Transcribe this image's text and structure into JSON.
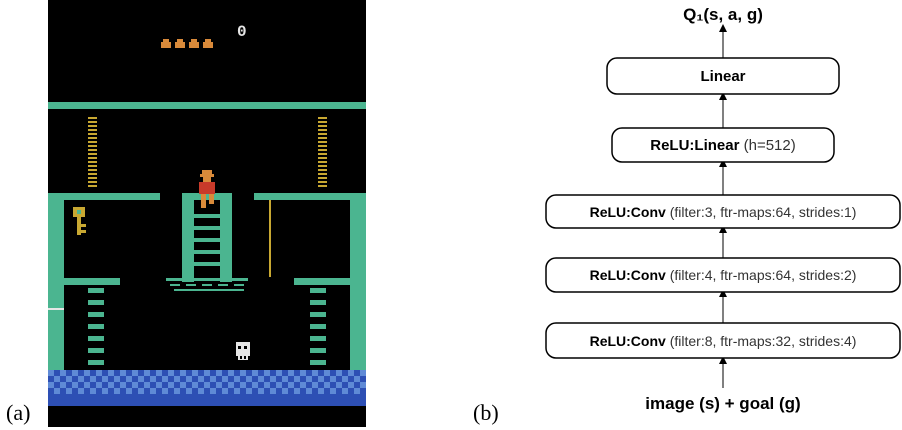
{
  "panels": {
    "a_label": "(a)",
    "b_label": "(b)"
  },
  "game": {
    "score": "0"
  },
  "diagram": {
    "output": "Q₁(s, a, g)",
    "input": "image (s) + goal (g)",
    "layers": [
      {
        "name": "Linear",
        "params": ""
      },
      {
        "name": "ReLU:Linear",
        "params": " (h=512)"
      },
      {
        "name": "ReLU:Conv",
        "params": " (filter:3, ftr-maps:64, strides:1)"
      },
      {
        "name": "ReLU:Conv",
        "params": " (filter:4, ftr-maps:64, strides:2)"
      },
      {
        "name": "ReLU:Conv",
        "params": " (filter:8, ftr-maps:32, strides:4)"
      }
    ]
  },
  "colors": {
    "game_bg": "#000000",
    "teal": "#4bb590",
    "gold": "#c8a832",
    "checker_blue": "#2d4fb4",
    "checker_light": "#5f8ad6",
    "lives": "#d98a3a",
    "player": "#c83a2a"
  }
}
